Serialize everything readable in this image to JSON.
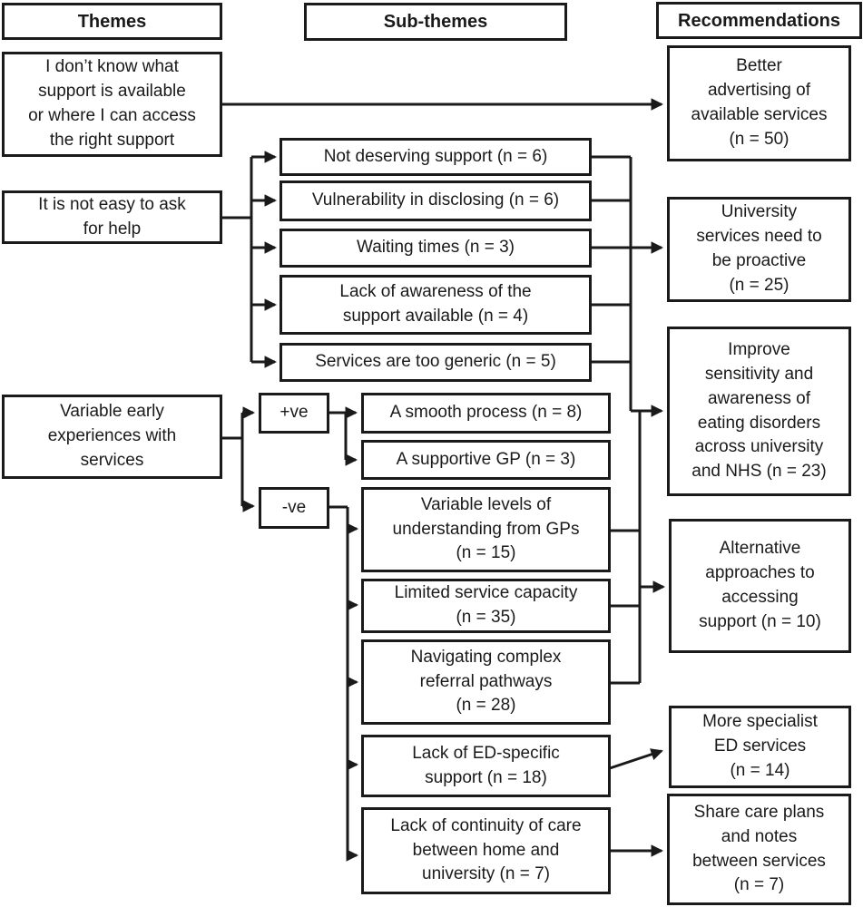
{
  "headers": {
    "themes": "Themes",
    "subthemes": "Sub-themes",
    "recommendations": "Recommendations"
  },
  "themes": [
    "I don’t know what\nsupport is available\nor where I can access\nthe right support",
    "It is not easy to ask\nfor help",
    "Variable early\nexperiences with\nservices"
  ],
  "valence": {
    "positive": "+ve",
    "negative": "-ve"
  },
  "subthemes": [
    "Not deserving support (n = 6)",
    "Vulnerability in disclosing (n = 6)",
    "Waiting times (n = 3)",
    "Lack of awareness of the\nsupport available (n = 4)",
    "Services are too generic (n = 5)",
    "A smooth process (n = 8)",
    "A supportive GP (n = 3)",
    "Variable levels of\nunderstanding from GPs\n(n = 15)",
    "Limited service capacity\n(n = 35)",
    "Navigating complex\nreferral pathways\n(n = 28)",
    "Lack of ED-specific\nsupport (n = 18)",
    "Lack of continuity of care\nbetween home and\nuniversity (n = 7)"
  ],
  "recommendations": [
    "Better\nadvertising of\navailable services\n(n = 50)",
    "University\nservices need to\nbe proactive\n(n = 25)",
    "Improve\nsensitivity and\nawareness of\neating disorders\nacross university\nand NHS (n = 23)",
    "Alternative\napproaches to\naccessing\nsupport (n = 10)",
    "More specialist\nED services\n(n = 14)",
    "Share care plans\nand notes\nbetween services\n(n = 7)"
  ],
  "colors": {
    "line": "#1a1a1a",
    "box_border": "#1a1a1a",
    "text": "#1a1a1a",
    "background": "#ffffff"
  }
}
